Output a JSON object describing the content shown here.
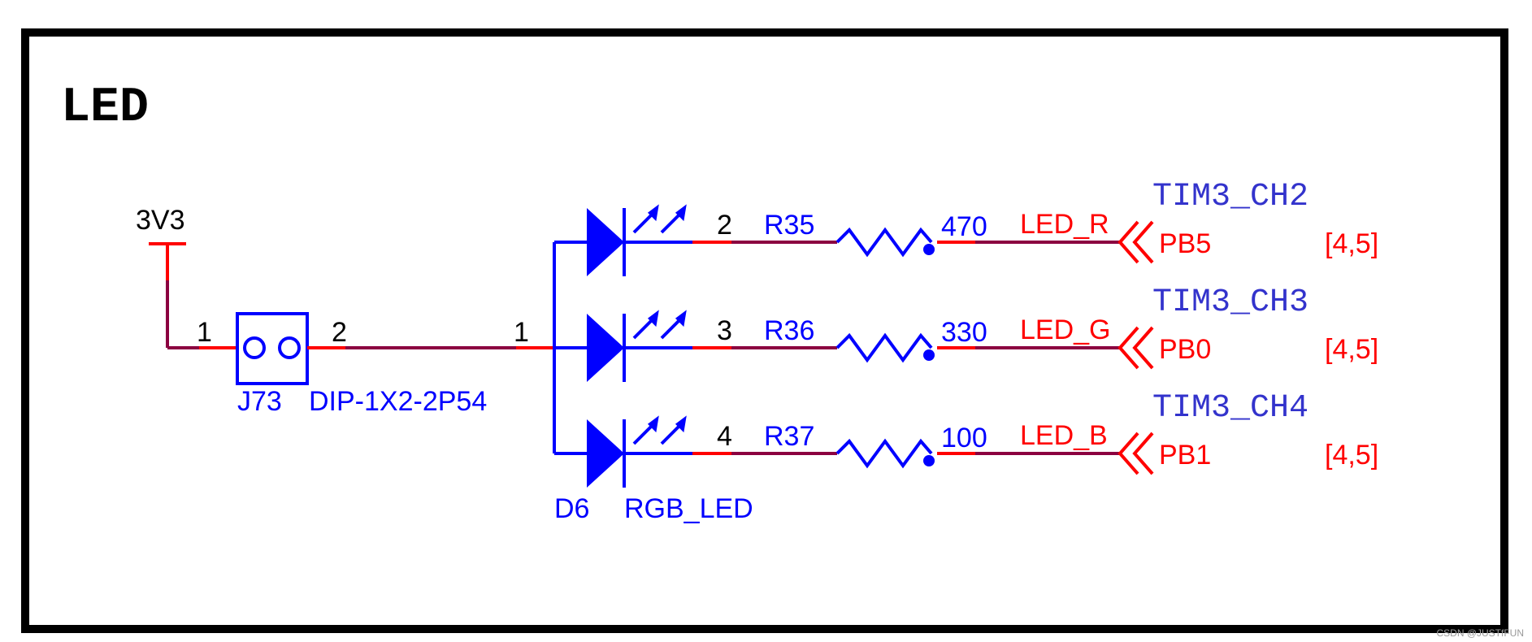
{
  "title": "LED",
  "power": {
    "label": "3V3"
  },
  "connector": {
    "designator": "J73",
    "footprint": "DIP-1X2-2P54",
    "pin_left": "1",
    "pin_right": "2"
  },
  "led": {
    "designator": "D6",
    "part": "RGB_LED",
    "common_pin": "1"
  },
  "channels": [
    {
      "led_pin": "2",
      "resistor": "R35",
      "value": "470",
      "net": "LED_R",
      "port": "PB5",
      "sheets": "[4,5]",
      "timer": "TIM3_CH2"
    },
    {
      "led_pin": "3",
      "resistor": "R36",
      "value": "330",
      "net": "LED_G",
      "port": "PB0",
      "sheets": "[4,5]",
      "timer": "TIM3_CH3"
    },
    {
      "led_pin": "4",
      "resistor": "R37",
      "value": "100",
      "net": "LED_B",
      "port": "PB1",
      "sheets": "[4,5]",
      "timer": "TIM3_CH4"
    }
  ],
  "watermark": "CSDN @JUSTfFUN",
  "colors": {
    "wire_red": "#ff0000",
    "wire_dark": "#8b0040",
    "component_blue": "#0000ff",
    "text_black": "#000000",
    "timer_blue": "#3333cc"
  }
}
